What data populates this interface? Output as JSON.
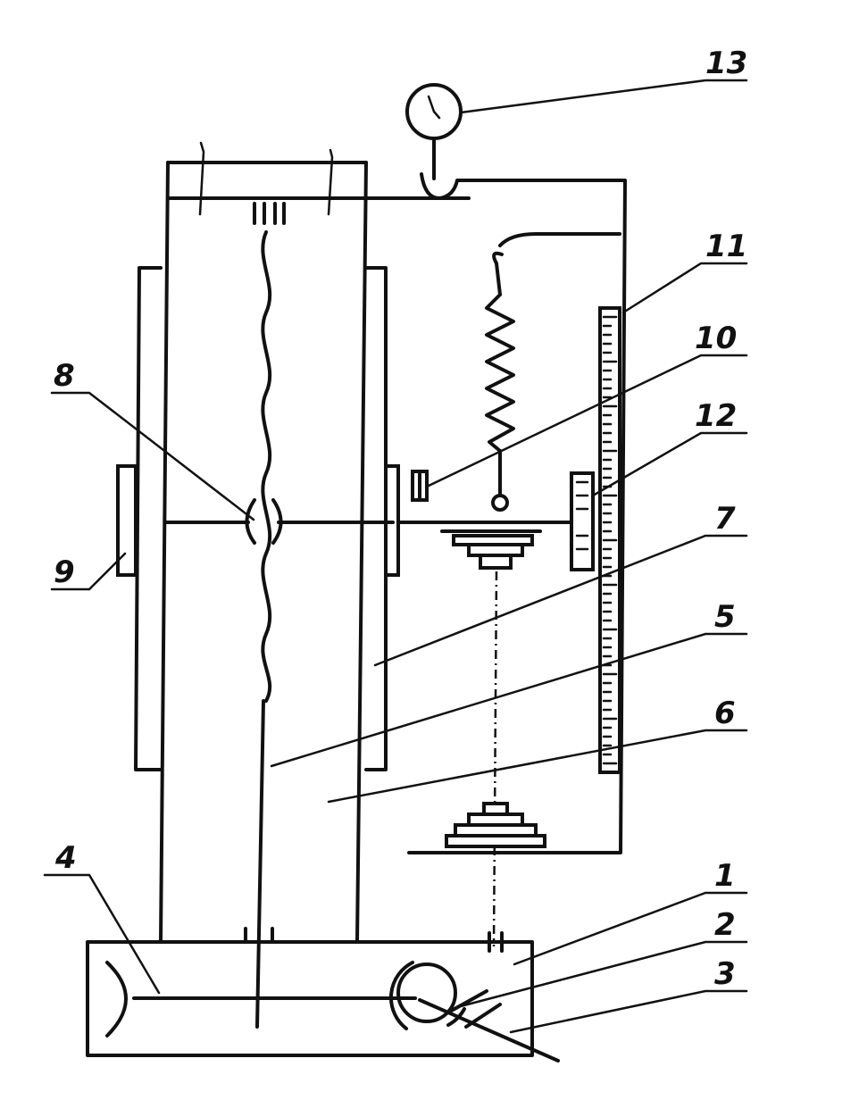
{
  "labels": {
    "l1": "1",
    "l2": "2",
    "l3": "3",
    "l4": "4",
    "l5": "5",
    "l6": "6",
    "l7": "7",
    "l8": "8",
    "l9": "9",
    "l10": "10",
    "l11": "11",
    "l12": "12",
    "l13": "13"
  },
  "ink_color": "#111111",
  "background_color": "#ffffff"
}
